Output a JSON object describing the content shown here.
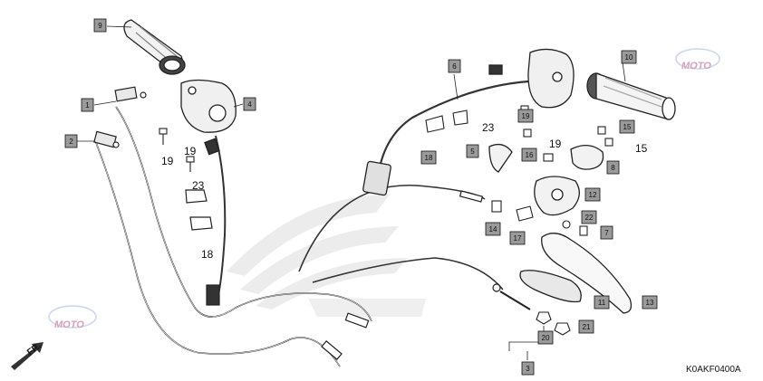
{
  "diagram_code": "K0AKF0400A",
  "front_marker": "FR.",
  "watermark": "MOTO",
  "callouts": [
    {
      "id": "c1",
      "text": "1",
      "boxed": true
    },
    {
      "id": "c2",
      "text": "2",
      "boxed": true
    },
    {
      "id": "c3",
      "text": "3",
      "boxed": true
    },
    {
      "id": "c4",
      "text": "4",
      "boxed": true
    },
    {
      "id": "c5",
      "text": "5",
      "boxed": true
    },
    {
      "id": "c6",
      "text": "6",
      "boxed": true
    },
    {
      "id": "c7",
      "text": "7",
      "boxed": true
    },
    {
      "id": "c8",
      "text": "8",
      "boxed": true
    },
    {
      "id": "c9",
      "text": "9",
      "boxed": true
    },
    {
      "id": "c10",
      "text": "10",
      "boxed": true
    },
    {
      "id": "c11",
      "text": "11",
      "boxed": true
    },
    {
      "id": "c12",
      "text": "12",
      "boxed": true
    },
    {
      "id": "c13",
      "text": "13",
      "boxed": true
    },
    {
      "id": "c14",
      "text": "14",
      "boxed": true
    },
    {
      "id": "c15a",
      "text": "15",
      "boxed": true
    },
    {
      "id": "c15b",
      "text": "15",
      "boxed": false
    },
    {
      "id": "c16",
      "text": "16",
      "boxed": true
    },
    {
      "id": "c17",
      "text": "17",
      "boxed": true
    },
    {
      "id": "c18a",
      "text": "18",
      "boxed": false
    },
    {
      "id": "c18b",
      "text": "18",
      "boxed": true
    },
    {
      "id": "c19a",
      "text": "19",
      "boxed": false
    },
    {
      "id": "c19b",
      "text": "19",
      "boxed": false
    },
    {
      "id": "c19c",
      "text": "19",
      "boxed": true
    },
    {
      "id": "c19d",
      "text": "19",
      "boxed": false
    },
    {
      "id": "c20",
      "text": "20",
      "boxed": true
    },
    {
      "id": "c21",
      "text": "21",
      "boxed": true
    },
    {
      "id": "c22",
      "text": "22",
      "boxed": true
    },
    {
      "id": "c23a",
      "text": "23",
      "boxed": false
    },
    {
      "id": "c23b",
      "text": "23",
      "boxed": false
    }
  ]
}
